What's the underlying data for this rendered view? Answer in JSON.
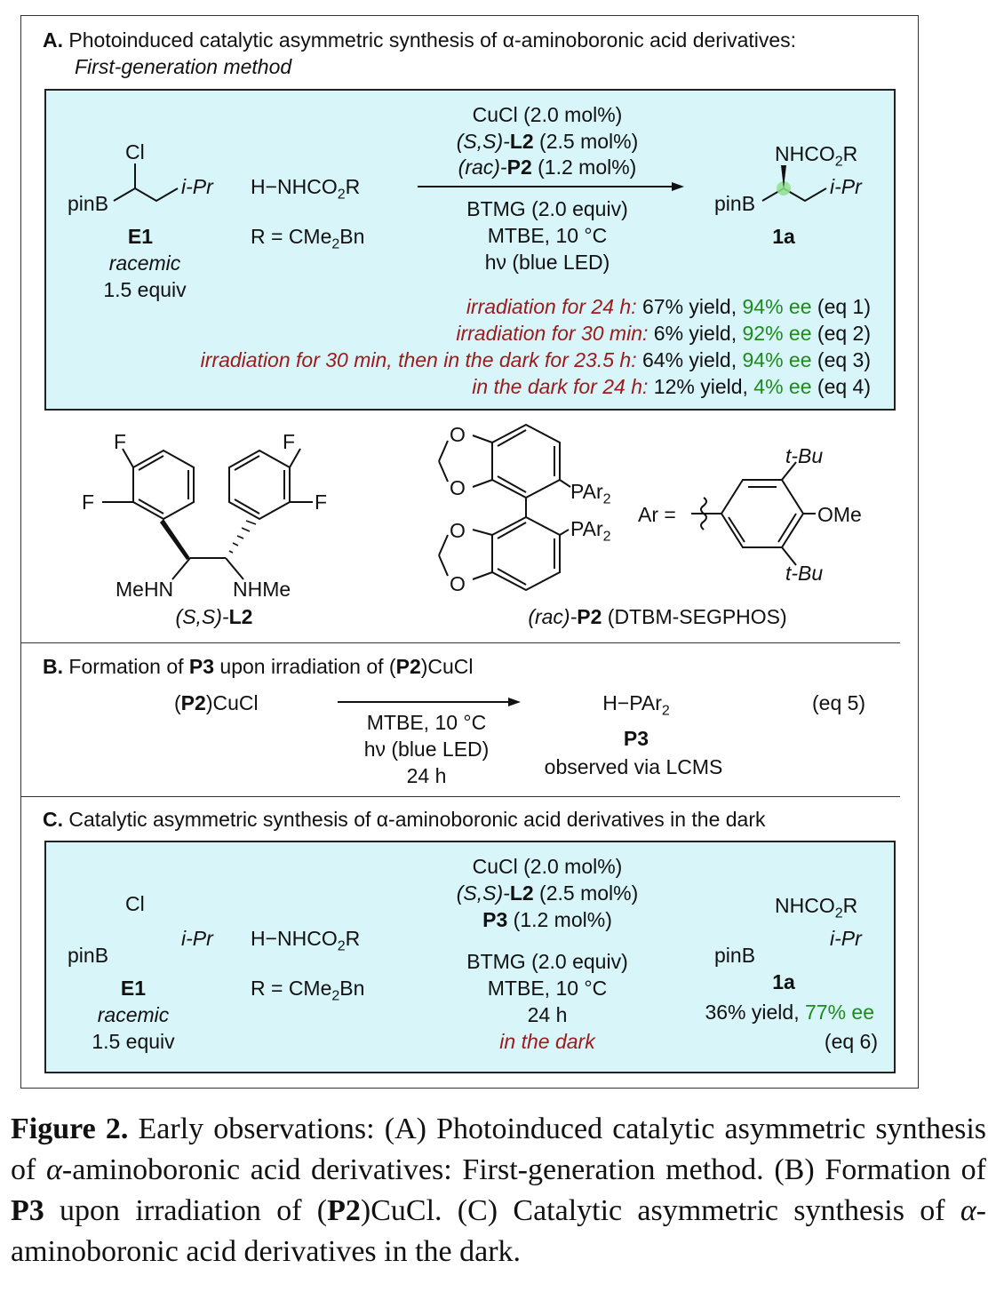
{
  "sectionA": {
    "letter": "A.",
    "title": "Photoinduced catalytic asymmetric synthesis of α-aminoboronic acid derivatives:",
    "subtitle": "First-generation method",
    "substrate": {
      "cl": "Cl",
      "pinb": "pinB",
      "ipr": "i-Pr",
      "name": "E1",
      "stereo": "racemic",
      "equiv": "1.5 equiv"
    },
    "nucleophile": {
      "formula": "H−NHCO",
      "sub": "2",
      "tail": "R",
      "r_def": "R = CMe",
      "r_sub": "2",
      "r_tail": "Bn"
    },
    "conditions_above": {
      "cu": "CuCl (2.0 mol%)",
      "l2_pre": "(S,S)-",
      "l2": "L2",
      "l2_post": " (2.5 mol%)",
      "p2_pre": "(rac)-",
      "p2": "P2",
      "p2_post": " (1.2 mol%)"
    },
    "conditions_below": [
      "BTMG (2.0 equiv)",
      "MTBE, 10 °C",
      "hν (blue LED)"
    ],
    "product": {
      "group": "NHCO",
      "group_sub": "2",
      "group_tail": "R",
      "pinb": "pinB",
      "ipr": "i-Pr",
      "name": "1a"
    },
    "results": [
      {
        "cond": "irradiation for 24 h:",
        "yield": " 67% yield, ",
        "ee": "94% ee",
        "eq": " (eq 1)"
      },
      {
        "cond": "irradiation for 30 min:",
        "yield": " 6% yield, ",
        "ee": "92% ee",
        "eq": " (eq 2)"
      },
      {
        "cond": "irradiation for 30 min, then in the dark for 23.5 h:",
        "yield": " 64% yield, ",
        "ee": "94% ee",
        "eq": " (eq 3)"
      },
      {
        "cond": "in the dark for 24 h:",
        "yield": " 12% yield, ",
        "ee": "4% ee",
        "eq": " (eq 4)"
      }
    ],
    "ligand": {
      "f1": "F",
      "f2": "F",
      "f3": "F",
      "f4": "F",
      "n1": "MeHN",
      "n2": "NHMe",
      "name_pre": "(S,S)-",
      "name": "L2"
    },
    "phosphine": {
      "o": "O",
      "par1": "PAr",
      "par1_sub": "2",
      "par2": "PAr",
      "par2_sub": "2",
      "ar_eq": "Ar =",
      "tbu1": "t-Bu",
      "tbu2": "t-Bu",
      "ome": "OMe",
      "name_pre": "(rac)-",
      "name": "P2",
      "name_post": " (DTBM-SEGPHOS)"
    }
  },
  "sectionB": {
    "letter": "B.",
    "title_pre": "Formation of ",
    "title_p3": "P3",
    "title_mid": " upon irradiation of (",
    "title_p2": "P2",
    "title_post": ")CuCl",
    "reactant_pre": "(",
    "reactant_p2": "P2",
    "reactant_post": ")CuCl",
    "conditions": [
      "MTBE, 10 °C",
      "hν (blue LED)",
      "24 h"
    ],
    "product": "H−PAr",
    "product_sub": "2",
    "product_name": "P3",
    "note": "observed via LCMS",
    "eq": "(eq 5)"
  },
  "sectionC": {
    "letter": "C.",
    "title": "Catalytic asymmetric synthesis of α-aminoboronic acid derivatives in the dark",
    "substrate": {
      "cl": "Cl",
      "pinb": "pinB",
      "ipr": "i-Pr",
      "name": "E1",
      "stereo": "racemic",
      "equiv": "1.5 equiv"
    },
    "nucleophile": {
      "formula": "H−NHCO",
      "sub": "2",
      "tail": "R",
      "r_def": "R = CMe",
      "r_sub": "2",
      "r_tail": "Bn"
    },
    "conditions_above": {
      "cu": "CuCl (2.0 mol%)",
      "l2_pre": "(S,S)-",
      "l2": "L2",
      "l2_post": " (2.5 mol%)",
      "p3": "P3",
      "p3_post": " (1.2 mol%)"
    },
    "conditions_below": [
      "BTMG (2.0 equiv)",
      "MTBE, 10 °C",
      "24 h"
    ],
    "dark": "in the dark",
    "product": {
      "group": "NHCO",
      "group_sub": "2",
      "group_tail": "R",
      "pinb": "pinB",
      "ipr": "i-Pr",
      "name": "1a",
      "yield": "36% yield, ",
      "ee": "77% ee",
      "eq": "(eq 6)"
    }
  },
  "caption": {
    "label": "Figure 2.",
    "t1": " Early observations: (A) Photoinduced catalytic asymmetric synthesis of ",
    "alpha1": "α",
    "t2": "-aminoboronic acid derivatives: First-generation method. (B) Formation of ",
    "p3": "P3",
    "t3": " upon irradiation of (",
    "p2": "P2",
    "t4": ")CuCl. (C) Catalytic asymmetric synthesis of ",
    "alpha2": "α",
    "t5": "-aminoboronic acid derivatives in the dark."
  },
  "colors": {
    "panel": "#d8f5fa",
    "condition_red": "#9b1b1b",
    "ee_green": "#1e8a1e"
  }
}
